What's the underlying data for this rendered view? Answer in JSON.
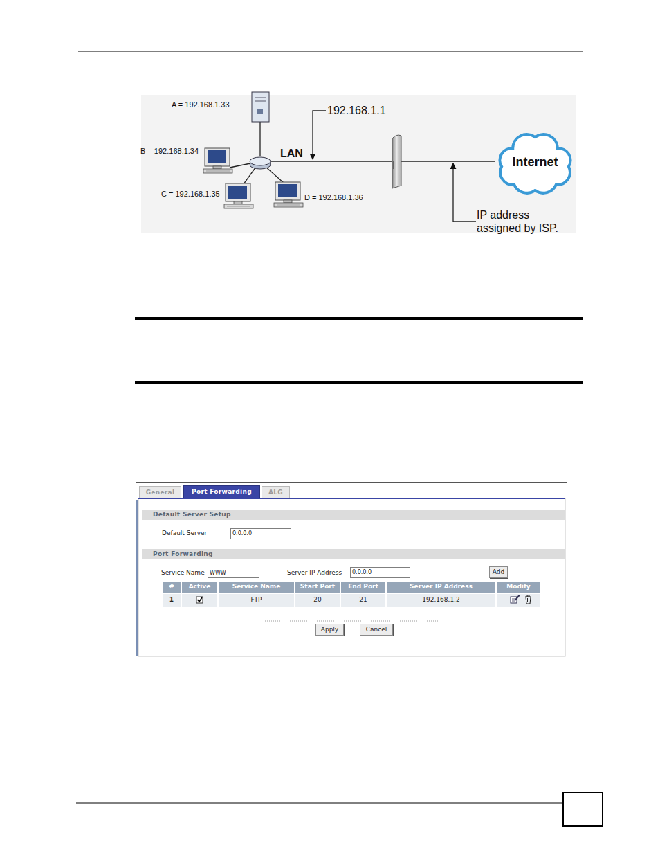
{
  "diagram": {
    "nodes": [
      {
        "text": [
          "Internet"
        ]
      },
      {
        "text": [
          "General"
        ]
      },
      {
        "text": [
          "Port Forwarding"
        ]
      },
      {
        "text": [
          "ALG"
        ]
      },
      {
        "text": [
          "Default Server Setup"
        ]
      },
      {
        "text": [
          "0.0.0.0"
        ]
      },
      {
        "text": [
          "Port Forwarding"
        ]
      },
      {
        "text": [
          "WWW"
        ]
      },
      {
        "text": [
          "0.0.0.0"
        ]
      },
      {
        "text": [
          "Add"
        ]
      },
      {
        "text": [
          "Apply"
        ]
      },
      {
        "text": [
          "Cancel"
        ]
      }
    ],
    "labels": [
      "A = 192.168.1.33",
      "192.168.1.1",
      "B = 192.168.1.34",
      "LAN",
      "C = 192.168.1.35",
      "D = 192.168.1.36",
      "IP address assigned by ISP.",
      "Default Server",
      "Service Name",
      "Server IP Address",
      "#",
      "Active",
      "Service Name",
      "Start Port",
      "End Port",
      "Server IP Address",
      "Modify",
      "1",
      "FTP",
      "20",
      "21",
      "192.168.1.2"
    ]
  }
}
